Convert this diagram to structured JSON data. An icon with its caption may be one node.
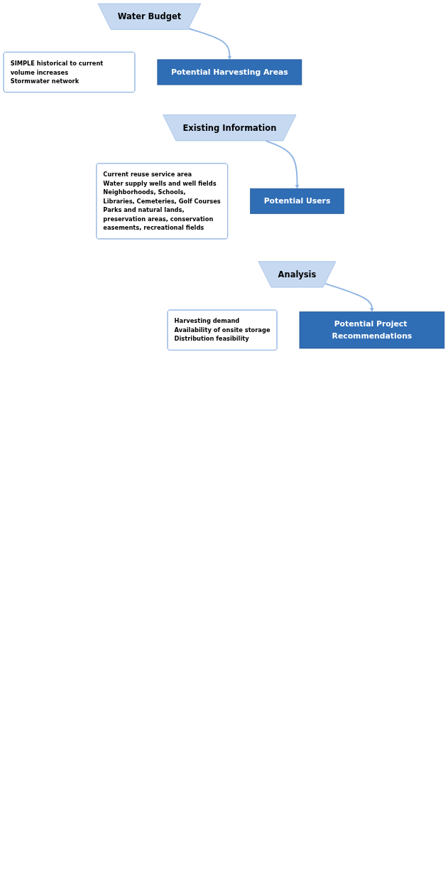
{
  "diagram": {
    "nodes": [
      {
        "text": [
          "Water Budget"
        ]
      },
      {
        "text": [
          "SIMPLE historical to current volume increases",
          "Stormwater network"
        ]
      },
      {
        "text": [
          "Potential Harvesting Areas"
        ]
      },
      {
        "text": [
          "Existing Information"
        ]
      },
      {
        "text": [
          "Current reuse service area",
          "Water supply wells and well fields",
          "Neighborhoods, Schools, Libraries, Cemeteries, Golf Courses",
          "Parks and natural lands, preservation areas, conservation easements, recreational fields"
        ]
      },
      {
        "text": [
          "Potential Users"
        ]
      },
      {
        "text": [
          "Analysis"
        ]
      },
      {
        "text": [
          "Harvesting demand",
          "Availability of onsite storage",
          "Distribution feasibility"
        ]
      },
      {
        "text": [
          "Potential Project Recommendations"
        ]
      }
    ],
    "edges": [
      {
        "from": 0,
        "to": 2,
        "arrow": "to"
      },
      {
        "from": 3,
        "to": 5,
        "arrow": "to"
      },
      {
        "from": 6,
        "to": 8,
        "arrow": "to"
      }
    ]
  }
}
